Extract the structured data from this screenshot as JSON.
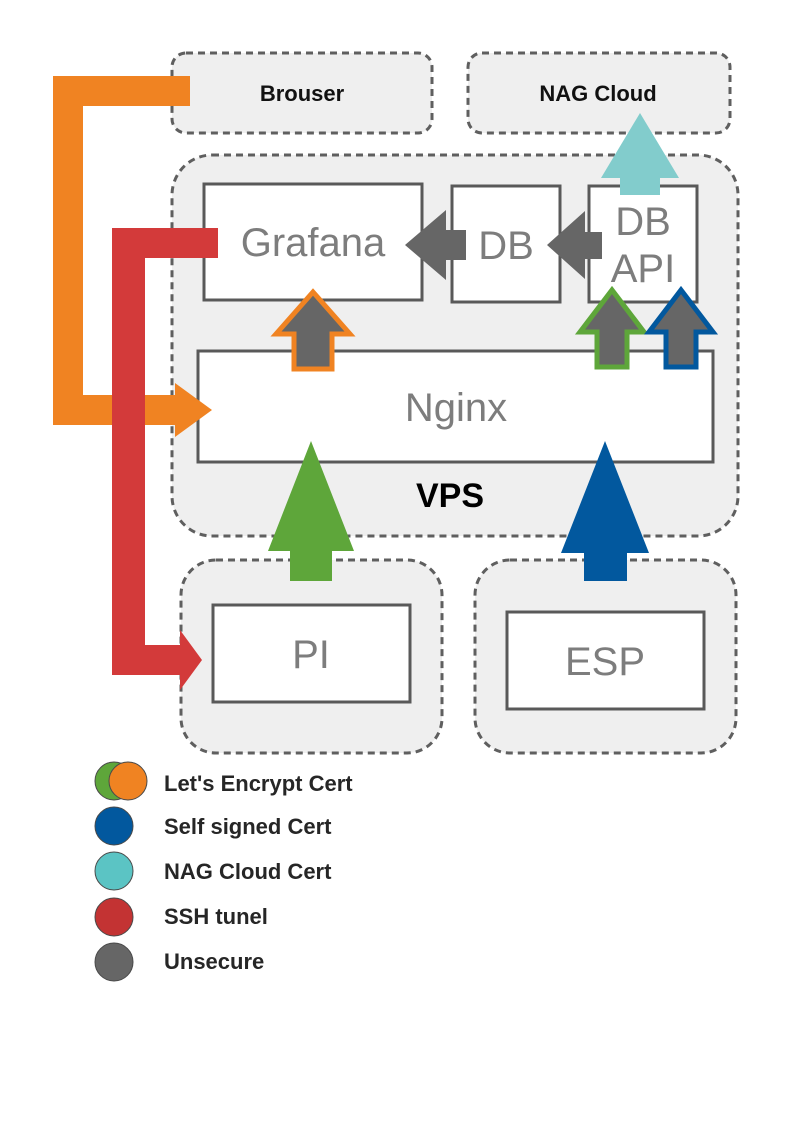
{
  "zones": {
    "browser": "Brouser",
    "nag_cloud": "NAG Cloud",
    "vps": "VPS"
  },
  "components": {
    "grafana": "Grafana",
    "db": "DB",
    "db_api_line1": "DB",
    "db_api_line2": "API",
    "nginx": "Nginx",
    "pi": "PI",
    "esp": "ESP"
  },
  "legend": {
    "lets_encrypt": "Let's Encrypt Cert",
    "self_signed": "Self signed Cert",
    "nag_cloud_cert": "NAG Cloud Cert",
    "ssh_tunnel": "SSH tunel",
    "unsecure": "Unsecure"
  },
  "colors": {
    "lets_encrypt_green": "#5ea63a",
    "lets_encrypt_orange": "#f08322",
    "self_signed": "#02589e",
    "nag_cloud_cert": "#82cccc",
    "ssh_tunnel": "#d33a3a",
    "unsecure": "#666666"
  }
}
